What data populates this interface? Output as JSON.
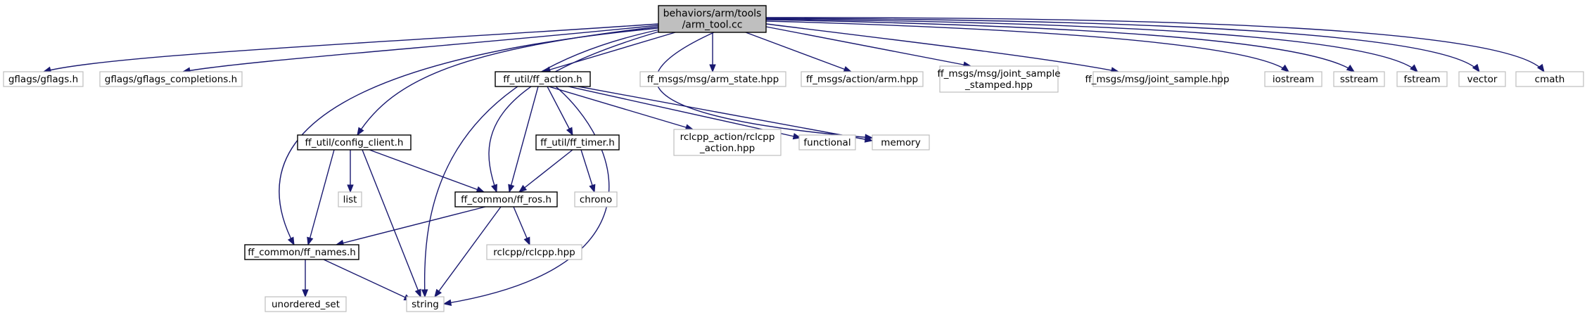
{
  "nodes": {
    "arm_tool": {
      "lines": [
        "behaviors/arm/tools",
        "/arm_tool.cc"
      ]
    },
    "gflags": {
      "lines": [
        "gflags/gflags.h"
      ]
    },
    "gflags_completions": {
      "lines": [
        "gflags/gflags_completions.h"
      ]
    },
    "ff_action": {
      "lines": [
        "ff_util/ff_action.h"
      ]
    },
    "arm_state": {
      "lines": [
        "ff_msgs/msg/arm_state.hpp"
      ]
    },
    "arm_hpp": {
      "lines": [
        "ff_msgs/action/arm.hpp"
      ]
    },
    "joint_sample_stamped": {
      "lines": [
        "ff_msgs/msg/joint_sample",
        "_stamped.hpp"
      ]
    },
    "joint_sample": {
      "lines": [
        "ff_msgs/msg/joint_sample.hpp"
      ]
    },
    "iostream": {
      "lines": [
        "iostream"
      ]
    },
    "sstream": {
      "lines": [
        "sstream"
      ]
    },
    "fstream": {
      "lines": [
        "fstream"
      ]
    },
    "vector": {
      "lines": [
        "vector"
      ]
    },
    "cmath": {
      "lines": [
        "cmath"
      ]
    },
    "config_client": {
      "lines": [
        "ff_util/config_client.h"
      ]
    },
    "rclcpp_action": {
      "lines": [
        "rclcpp_action/rclcpp",
        "_action.hpp"
      ]
    },
    "functional": {
      "lines": [
        "functional"
      ]
    },
    "memory": {
      "lines": [
        "memory"
      ]
    },
    "ff_timer": {
      "lines": [
        "ff_util/ff_timer.h"
      ]
    },
    "list": {
      "lines": [
        "list"
      ]
    },
    "chrono": {
      "lines": [
        "chrono"
      ]
    },
    "ff_ros": {
      "lines": [
        "ff_common/ff_ros.h"
      ]
    },
    "ff_names": {
      "lines": [
        "ff_common/ff_names.h"
      ]
    },
    "rclcpp": {
      "lines": [
        "rclcpp/rclcpp.hpp"
      ]
    },
    "unordered_set": {
      "lines": [
        "unordered_set"
      ]
    },
    "string": {
      "lines": [
        "string"
      ]
    }
  },
  "edges": [
    {
      "from": "arm_tool",
      "to": "gflags"
    },
    {
      "from": "arm_tool",
      "to": "gflags_completions"
    },
    {
      "from": "arm_tool",
      "to": "ff_action"
    },
    {
      "from": "arm_tool",
      "to": "arm_state"
    },
    {
      "from": "arm_tool",
      "to": "arm_hpp"
    },
    {
      "from": "arm_tool",
      "to": "joint_sample_stamped"
    },
    {
      "from": "arm_tool",
      "to": "joint_sample"
    },
    {
      "from": "arm_tool",
      "to": "iostream"
    },
    {
      "from": "arm_tool",
      "to": "sstream"
    },
    {
      "from": "arm_tool",
      "to": "fstream"
    },
    {
      "from": "arm_tool",
      "to": "vector"
    },
    {
      "from": "arm_tool",
      "to": "cmath"
    },
    {
      "from": "arm_tool",
      "to": "config_client"
    },
    {
      "from": "arm_tool",
      "to": "ff_names"
    },
    {
      "from": "arm_tool",
      "to": "string"
    },
    {
      "from": "arm_tool",
      "to": "ff_ros"
    },
    {
      "from": "arm_tool",
      "to": "memory"
    },
    {
      "from": "ff_action",
      "to": "rclcpp_action"
    },
    {
      "from": "ff_action",
      "to": "functional"
    },
    {
      "from": "ff_action",
      "to": "memory"
    },
    {
      "from": "ff_action",
      "to": "ff_timer"
    },
    {
      "from": "ff_action",
      "to": "ff_ros"
    },
    {
      "from": "ff_action",
      "to": "string"
    },
    {
      "from": "config_client",
      "to": "list"
    },
    {
      "from": "config_client",
      "to": "ff_ros"
    },
    {
      "from": "config_client",
      "to": "ff_names"
    },
    {
      "from": "config_client",
      "to": "string"
    },
    {
      "from": "ff_timer",
      "to": "chrono"
    },
    {
      "from": "ff_timer",
      "to": "ff_ros"
    },
    {
      "from": "ff_ros",
      "to": "ff_names"
    },
    {
      "from": "ff_ros",
      "to": "rclcpp"
    },
    {
      "from": "ff_ros",
      "to": "string"
    },
    {
      "from": "ff_names",
      "to": "unordered_set"
    },
    {
      "from": "ff_names",
      "to": "string"
    }
  ],
  "colors": {
    "edge": "#191970",
    "root_fill": "#bfbfbf",
    "documented_border": "#000000",
    "external_border": "#bfbfbf"
  }
}
